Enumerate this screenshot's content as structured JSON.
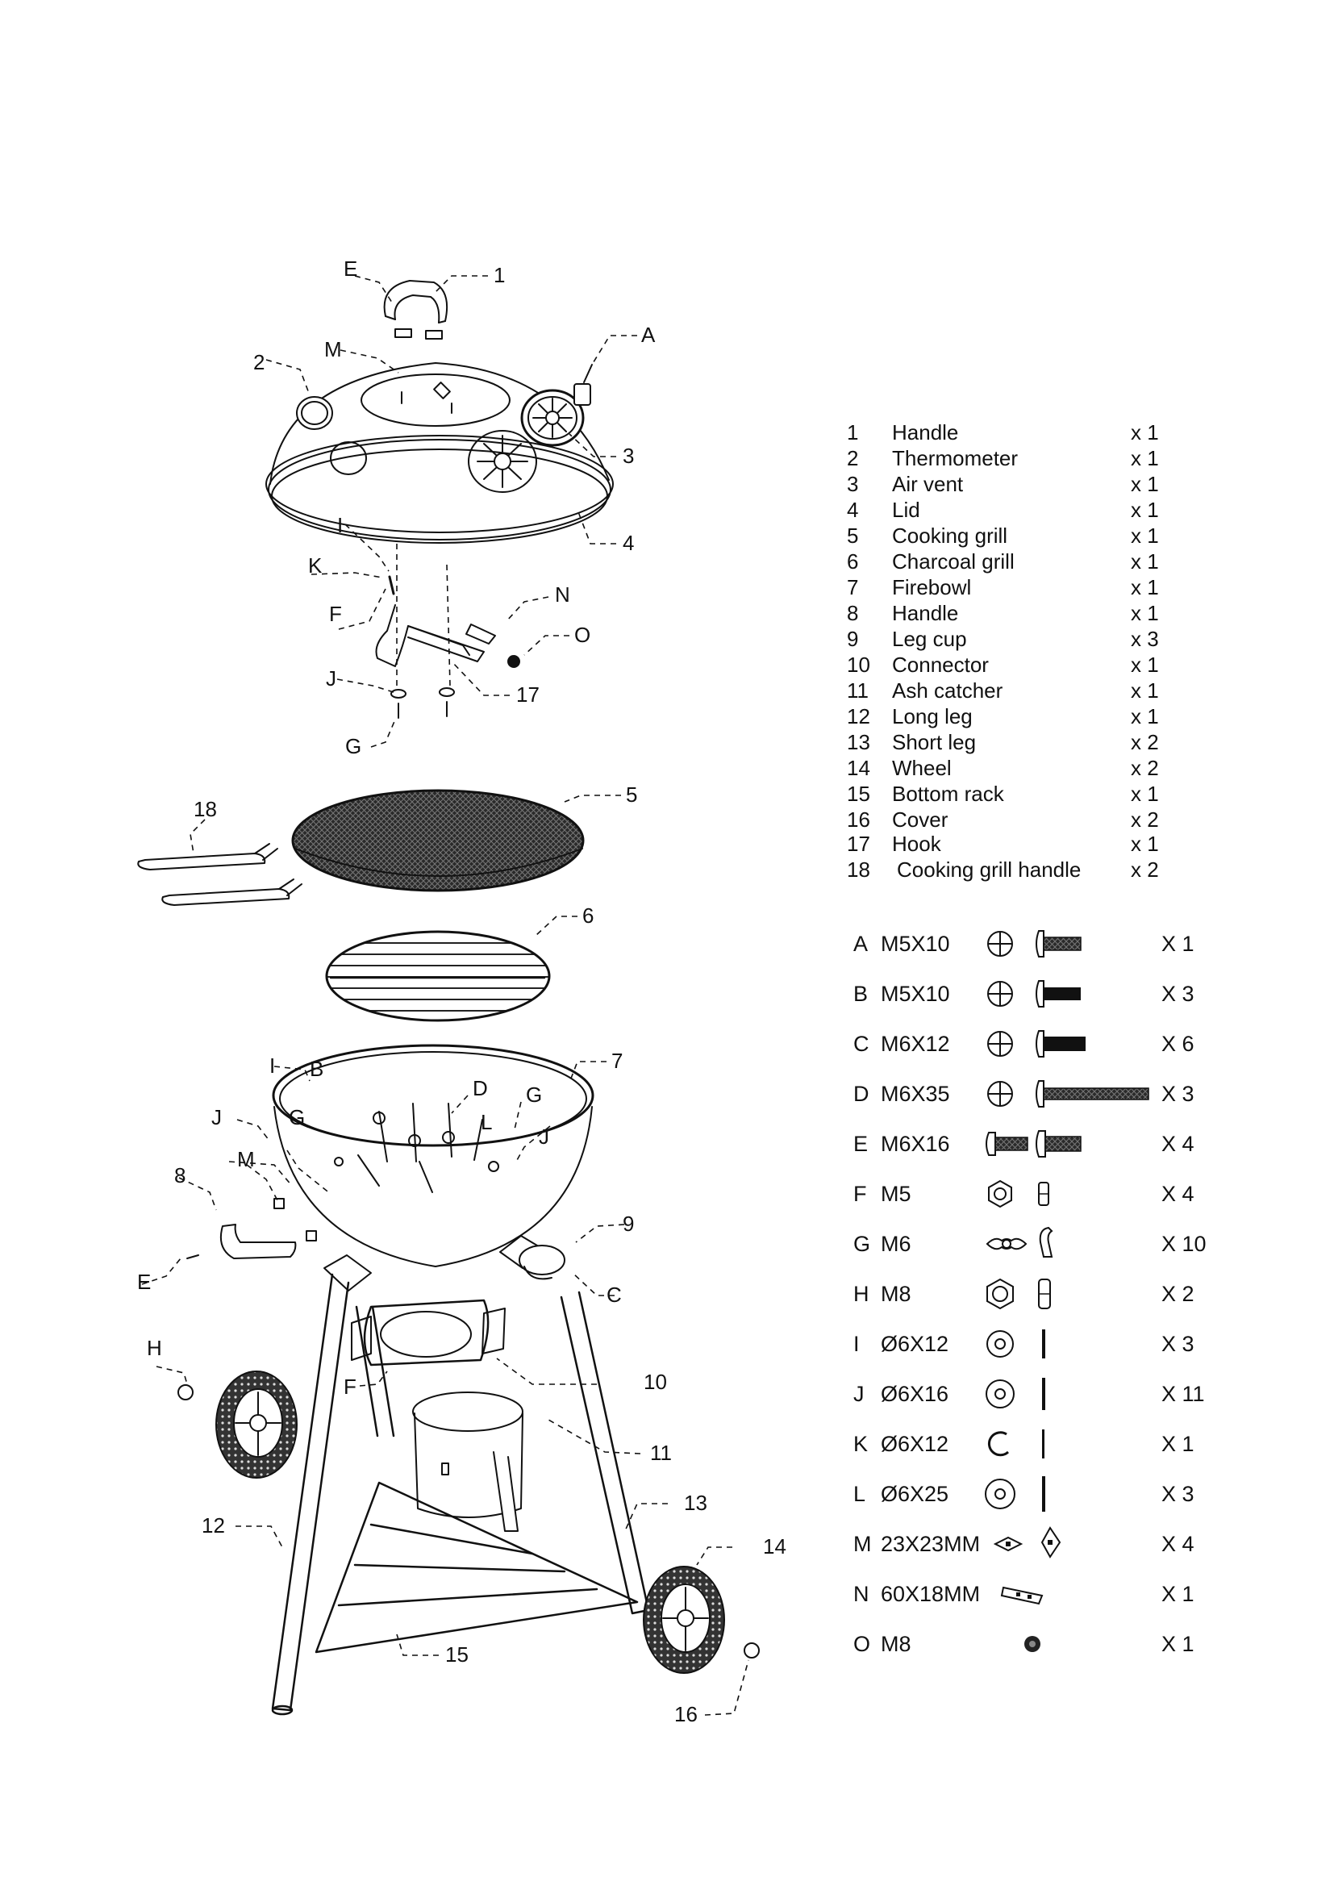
{
  "callouts": {
    "c1": "1",
    "c2": "2",
    "c3": "3",
    "c4": "4",
    "c5": "5",
    "c6": "6",
    "c7": "7",
    "c8": "8",
    "c9": "9",
    "c10": "10",
    "c11": "11",
    "c12": "12",
    "c13": "13",
    "c14": "14",
    "c15": "15",
    "c16": "16",
    "c17": "17",
    "c18": "18",
    "cA": "A",
    "cB": "B",
    "cC": "C",
    "cE1": "E",
    "cE2": "E",
    "cF1": "F",
    "cF2": "F",
    "cG1": "G",
    "cG2": "G",
    "cG3": "G",
    "cH": "H",
    "cI1": "I",
    "cI2": "I",
    "cJ1": "J",
    "cJ2": "J",
    "cJ3": "J",
    "cK": "K",
    "cL": "L",
    "cM1": "M",
    "cM2": "M",
    "cN": "N",
    "cO": "O",
    "cD": "D"
  },
  "parts": [
    {
      "no": "1",
      "name": "Handle",
      "qty": "x 1"
    },
    {
      "no": "2",
      "name": "Thermometer",
      "qty": "x 1"
    },
    {
      "no": "3",
      "name": "Air vent",
      "qty": "x 1"
    },
    {
      "no": "4",
      "name": "Lid",
      "qty": "x 1"
    },
    {
      "no": "5",
      "name": "Cooking grill",
      "qty": "x 1"
    },
    {
      "no": "6",
      "name": "Charcoal grill",
      "qty": "x 1"
    },
    {
      "no": "7",
      "name": "Firebowl",
      "qty": "x 1"
    },
    {
      "no": "8",
      "name": "Handle",
      "qty": "x 1"
    },
    {
      "no": "9",
      "name": "Leg cup",
      "qty": "x 3"
    },
    {
      "no": "10",
      "name": "Connector",
      "qty": "x 1"
    },
    {
      "no": "11",
      "name": "Ash catcher",
      "qty": "x 1"
    },
    {
      "no": "12",
      "name": "Long leg",
      "qty": "x 1"
    },
    {
      "no": "13",
      "name": "Short leg",
      "qty": "x 2"
    },
    {
      "no": "14",
      "name": "Wheel",
      "qty": "x 2"
    },
    {
      "no": "15",
      "name": "Bottom rack",
      "qty": "x 1"
    },
    {
      "no": "16",
      "name": "Cover",
      "qty": "x 2"
    },
    {
      "no": "17",
      "name": "Hook",
      "qty": "x 1"
    },
    {
      "no": "18",
      "name": "Cooking grill handle",
      "qty": "x 2"
    }
  ],
  "hardware": [
    {
      "letter": "A",
      "size": "M5X10",
      "qty": "X 1",
      "icon1": "phillips-head-icon",
      "icon2": "pan-head-screw-icon"
    },
    {
      "letter": "B",
      "size": "M5X10",
      "qty": "X 3",
      "icon1": "phillips-head-icon",
      "icon2": "pan-head-screw-icon"
    },
    {
      "letter": "C",
      "size": "M6X12",
      "qty": "X 6",
      "icon1": "phillips-head-icon",
      "icon2": "pan-head-screw-icon"
    },
    {
      "letter": "D",
      "size": "M6X35",
      "qty": "X 3",
      "icon1": "phillips-head-icon",
      "icon2": "long-screw-icon"
    },
    {
      "letter": "E",
      "size": "M6X16",
      "qty": "X 4",
      "icon1": "carriage-bolt-icon",
      "icon2": "carriage-bolt-icon"
    },
    {
      "letter": "F",
      "size": "M5",
      "qty": "X 4",
      "icon1": "hex-nut-icon",
      "icon2": "hex-nut-side-icon"
    },
    {
      "letter": "G",
      "size": "M6",
      "qty": "X 10",
      "icon1": "wing-nut-icon",
      "icon2": "wing-nut-side-icon"
    },
    {
      "letter": "H",
      "size": "M8",
      "qty": "X 2",
      "icon1": "hex-nut-icon",
      "icon2": "hex-nut-side-icon"
    },
    {
      "letter": "I",
      "size": "Ø6X12",
      "qty": "X 3",
      "icon1": "flat-washer-icon",
      "icon2": "washer-side-icon"
    },
    {
      "letter": "J",
      "size": "Ø6X16",
      "qty": "X 11",
      "icon1": "flat-washer-icon",
      "icon2": "washer-side-icon"
    },
    {
      "letter": "K",
      "size": "Ø6X12",
      "qty": "X 1",
      "icon1": "split-washer-icon",
      "icon2": "washer-side-icon"
    },
    {
      "letter": "L",
      "size": "Ø6X25",
      "qty": "X 3",
      "icon1": "flat-washer-icon",
      "icon2": "washer-side-icon"
    },
    {
      "letter": "M",
      "size": "23X23MM",
      "qty": "X 4",
      "icon1": "square-plate-icon",
      "icon2": "square-plate-angled-icon"
    },
    {
      "letter": "N",
      "size": "60X18MM",
      "qty": "X 1",
      "icon1": "strip-plate-icon",
      "icon2": ""
    },
    {
      "letter": "O",
      "size": "M8",
      "qty": "X 1",
      "icon1": "cap-nut-icon",
      "icon2": ""
    }
  ]
}
